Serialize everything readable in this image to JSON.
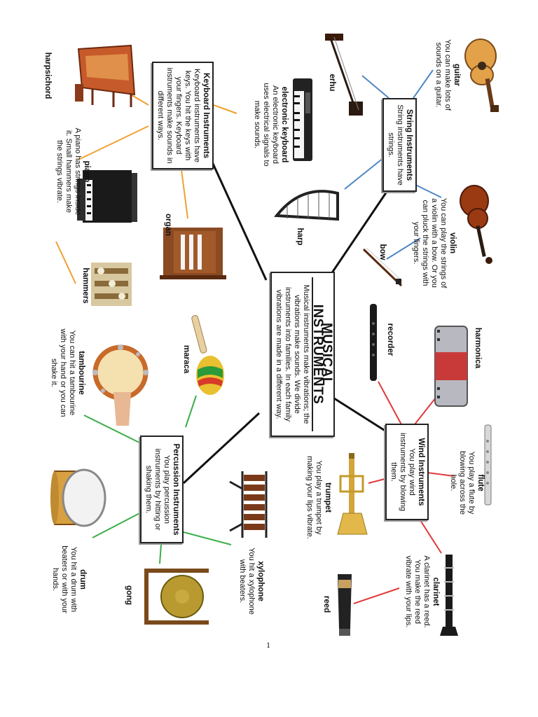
{
  "hub": {
    "title": "MUSICAL INSTRUMENTS",
    "text": "Musical instruments make vibrations; the vibrations make sounds. We divide instruments into families. In each family vibrations are made in a different way."
  },
  "families": {
    "keyboard": {
      "title": "Keyboard Instruments",
      "text": "Keyboard instruments have keys. You hit the keys with your fingers. Keyboard instruments make sounds in different ways.",
      "color": "#f0a030"
    },
    "string": {
      "title": "String Instruments",
      "text": "String instruments have strings.",
      "color": "#4f86c6"
    },
    "wind": {
      "title": "Wind Instruments",
      "text": "You play wind instruments by blowing them.",
      "color": "#e03a3a"
    },
    "percussion": {
      "title": "Percussion Instruments",
      "text": "You play percussion instruments by hitting or shaking them.",
      "color": "#3aae4a"
    }
  },
  "instruments": {
    "harpsichord": {
      "name": "harpsichord",
      "text": ""
    },
    "piano": {
      "name": "piano",
      "text": "A piano has strings inside it. Small hammers make the strings vibrate."
    },
    "hammers": {
      "name": "hammers",
      "text": ""
    },
    "organ": {
      "name": "organ",
      "text": ""
    },
    "electronic_keyboard": {
      "name": "electronic keyboard",
      "text": "An electronic keyboard uses electrical signals to make sounds."
    },
    "erhu": {
      "name": "erhu",
      "text": ""
    },
    "guitar": {
      "name": "guitar",
      "text": "You can make lots of sounds on a guitar."
    },
    "harp": {
      "name": "harp",
      "text": ""
    },
    "violin": {
      "name": "violin",
      "text": "You can play the strings of a violin with a bow. Or you can pluck the strings with your fingers."
    },
    "bow": {
      "name": "bow",
      "text": ""
    },
    "harmonica": {
      "name": "harmonica",
      "text": ""
    },
    "recorder": {
      "name": "recorder",
      "text": ""
    },
    "flute": {
      "name": "flute",
      "text": "You play a flute by blowing across the hole."
    },
    "trumpet": {
      "name": "trumpet",
      "text": "You play a trumpet by making your lips vibrate."
    },
    "clarinet": {
      "name": "clarinet",
      "text": "A clarinet has a reed. You make the reed vibrate with your lips."
    },
    "reed": {
      "name": "reed",
      "text": ""
    },
    "maraca": {
      "name": "maraca",
      "text": ""
    },
    "tambourine": {
      "name": "tambourine",
      "text": "You can hit a tambourine with your hand or you can shake it."
    },
    "xylophone": {
      "name": "xylophone",
      "text": "You hit a xylophone with beaters."
    },
    "drum": {
      "name": "drum",
      "text": "You hit a drum with beaters or with your hands."
    },
    "gong": {
      "name": "gong",
      "text": ""
    }
  },
  "page_number": "1"
}
